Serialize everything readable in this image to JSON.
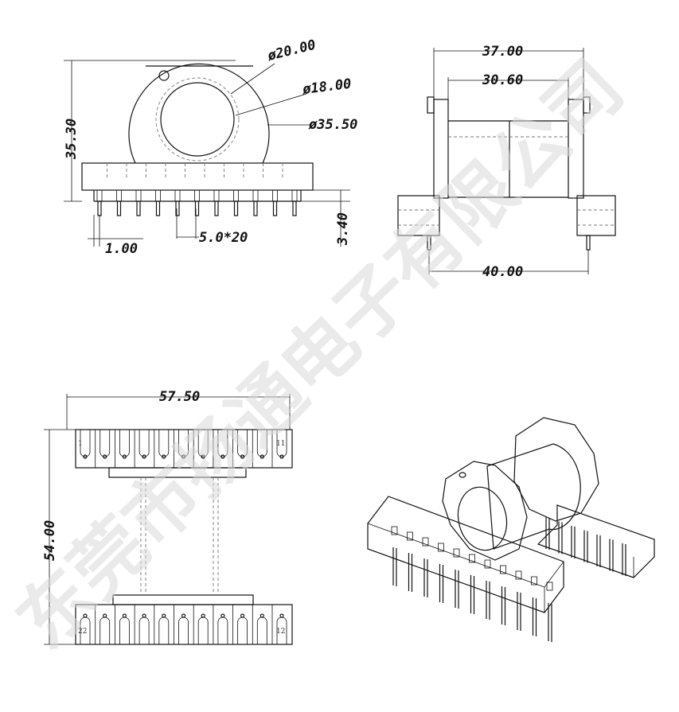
{
  "watermark": "东莞市扬通电子有限公司",
  "front_view": {
    "dia_outer_flange": "ø20.00",
    "dia_inner": "ø18.00",
    "dia_outer": "ø35.50",
    "height": "35.30",
    "pin_length": "3.40",
    "pin_width": "1.00",
    "pin_pitch": "5.0*20"
  },
  "side_view": {
    "flange_span": "37.00",
    "winding_width": "30.60",
    "base_width": "40.00"
  },
  "bottom_view": {
    "length": "57.50",
    "width": "54.00",
    "pin_first": "1",
    "pin_last_top": "11",
    "pin_22": "22",
    "pin_12": "12"
  }
}
